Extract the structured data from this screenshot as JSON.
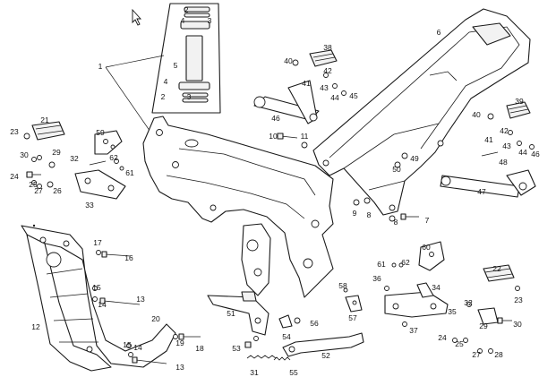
{
  "diagram": {
    "callouts": [
      "1",
      "2",
      "3",
      "4",
      "5",
      "4",
      "3",
      "2",
      "6",
      "38",
      "40",
      "41",
      "42",
      "43",
      "44",
      "45",
      "46",
      "39",
      "40",
      "41",
      "42",
      "43",
      "44",
      "46",
      "48",
      "47",
      "10",
      "11",
      "49",
      "50",
      "9",
      "8",
      "8",
      "7",
      "21",
      "23",
      "59",
      "30",
      "29",
      "32",
      "62",
      "61",
      "24",
      "25",
      "27",
      "26",
      "33",
      "17",
      "16",
      "15",
      "14",
      "13",
      "12",
      "20",
      "19",
      "18",
      "15",
      "14",
      "13",
      "58",
      "57",
      "56",
      "55",
      "54",
      "53",
      "52",
      "51",
      "31",
      "36",
      "37",
      "34",
      "35",
      "60",
      "61",
      "62",
      "22",
      "23",
      "32",
      "29",
      "30",
      "24",
      "25",
      "27",
      "28"
    ]
  },
  "colors": {
    "ink": "#1a1a1a",
    "background": "#ffffff",
    "shade": "#f2f2f2"
  },
  "icons": {
    "cursor": "arrow-cursor-icon"
  }
}
